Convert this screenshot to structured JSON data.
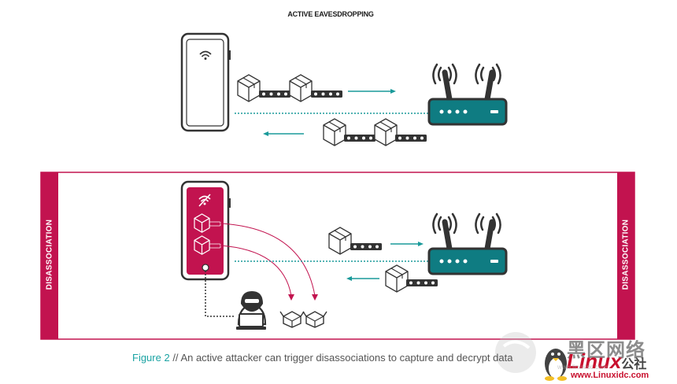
{
  "title": "ACTIVE EAVESDROPPING",
  "left_label": "DISASSOCIATION",
  "right_label": "DISASSOCIATION",
  "caption": {
    "figure": "Figure 2",
    "separator": " // ",
    "text": "An active attacker can trigger disassociations to capture and decrypt data"
  },
  "watermark": {
    "brand": "Linux",
    "brand_suffix": "公社",
    "chinese": "黑区网络",
    "url": "www.Linuxidc.com",
    "url_small": "www.linuxidc.com"
  },
  "colors": {
    "teal": "#1a9a9a",
    "router": "#0f7c82",
    "magenta": "#c2134f",
    "dark": "#333333"
  },
  "icons": [
    "smartphone-icon",
    "wifi-icon",
    "wifi-off-icon",
    "package-icon",
    "router-icon",
    "hacker-icon",
    "open-package-icon",
    "arrow-icon"
  ]
}
